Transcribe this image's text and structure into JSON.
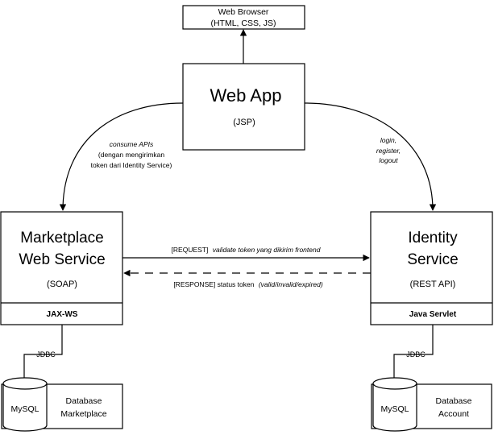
{
  "browser": {
    "title": "Web Browser",
    "subtitle": "(HTML, CSS, JS)"
  },
  "webapp": {
    "title": "Web App",
    "subtitle": "(JSP)"
  },
  "marketplace": {
    "title_line1": "Marketplace",
    "title_line2": "Web Service",
    "subtitle": "(SOAP)",
    "tech": "JAX-WS"
  },
  "identity": {
    "title_line1": "Identity",
    "title_line2": "Service",
    "subtitle": "(REST API)",
    "tech": "Java Servlet"
  },
  "edges": {
    "consume_line1": "consume APIs",
    "consume_line2": "(dengan mengirimkan",
    "consume_line3": "token dari Identity Service)",
    "identity_line1": "login,",
    "identity_line2": "register,",
    "identity_line3": "logout",
    "request_tag": "[REQUEST]",
    "request_text": "validate token yang dikirim frontend",
    "response_tag": "[RESPONSE] status token",
    "response_detail": "(valid/invalid/expired)"
  },
  "db_left": {
    "jdbc": "JDBC",
    "engine": "MySQL",
    "name_line1": "Database",
    "name_line2": "Marketplace"
  },
  "db_right": {
    "jdbc": "JDBC",
    "engine": "MySQL",
    "name_line1": "Database",
    "name_line2": "Account"
  }
}
